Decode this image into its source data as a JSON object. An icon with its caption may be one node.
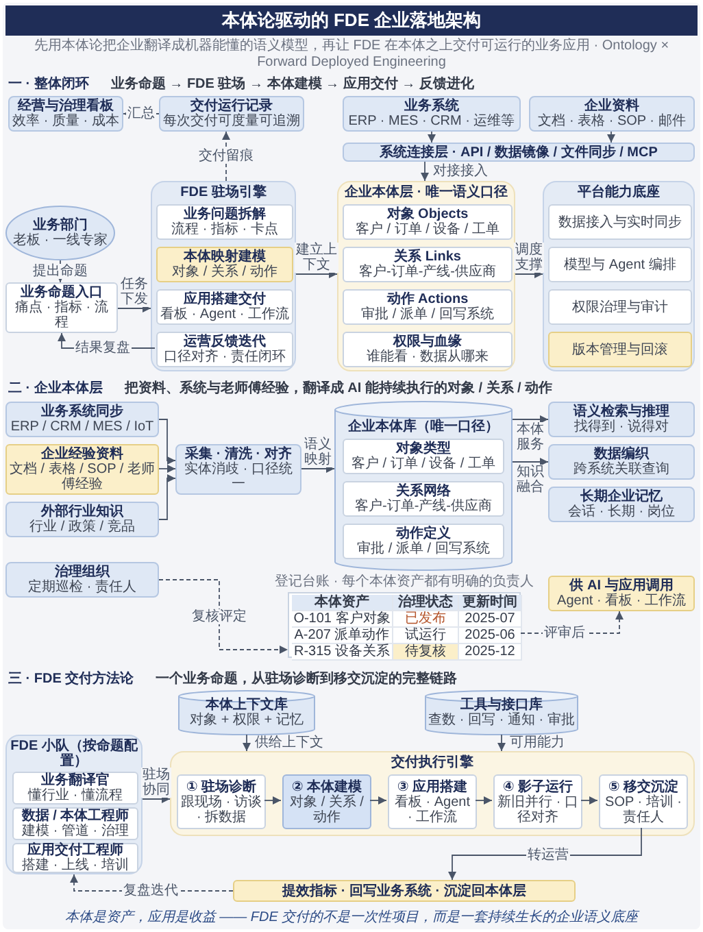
{
  "diagram": {
    "title": "本体论驱动的 FDE 企业落地架构",
    "caption": "本体是资产，应用是收益 —— FDE 交付的不是一次性项目，而是一套持续生长的企业语义底座",
    "nodes": [
      {
        "text": [
          "经营与治理看板",
          "效率 · 质量 · 成本"
        ]
      },
      {
        "text": [
          "交付运行记录",
          "每次交付可度量可追溯"
        ]
      },
      {
        "text": [
          "业务系统",
          "ERP · MES · CRM · 运维等"
        ]
      },
      {
        "text": [
          "企业资料",
          "文档 · 表格 · SOP · 邮件"
        ]
      },
      {
        "text": [
          "系统连接层 · API / 数据镜像 / 文件同步 / MCP"
        ]
      },
      {
        "text": [
          "业务部门",
          "老板 · 一线专家"
        ]
      },
      {
        "text": [
          "业务命题入口",
          "痛点 · 指标 · 流程"
        ]
      },
      {
        "text": [
          "FDE 驻场引擎"
        ]
      },
      {
        "text": [
          "业务问题拆解",
          "流程 · 指标 · 卡点"
        ],
        "in": 7
      },
      {
        "text": [
          "本体映射建模",
          "对象 / 关系 / 动作"
        ],
        "in": 7
      },
      {
        "text": [
          "应用搭建交付",
          "看板 · Agent · 工作流"
        ],
        "in": 7
      },
      {
        "text": [
          "运营反馈迭代",
          "口径对齐 · 责任闭环"
        ],
        "in": 7
      },
      {
        "text": [
          "企业本体层 · 唯一语义口径"
        ]
      },
      {
        "text": [
          "对象 Objects",
          "客户 / 订单 / 设备 / 工单"
        ],
        "in": 12
      },
      {
        "text": [
          "关系 Links",
          "客户-订单-产线-供应商"
        ],
        "in": 12
      },
      {
        "text": [
          "动作 Actions",
          "审批 / 派单 / 回写系统"
        ],
        "in": 12
      },
      {
        "text": [
          "权限与血缘",
          "谁能看 · 数据从哪来"
        ],
        "in": 12
      },
      {
        "text": [
          "平台能力底座"
        ]
      },
      {
        "text": [
          "数据接入与实时同步"
        ],
        "in": 17
      },
      {
        "text": [
          "模型与 Agent 编排"
        ],
        "in": 17
      },
      {
        "text": [
          "权限治理与审计"
        ],
        "in": 17
      },
      {
        "text": [
          "版本管理与回滚"
        ],
        "in": 17
      },
      {
        "text": [
          "业务系统同步",
          "ERP / CRM / MES / IoT"
        ]
      },
      {
        "text": [
          "企业经验资料",
          "文档 / 表格 / SOP / 老师傅经验"
        ]
      },
      {
        "text": [
          "外部行业知识",
          "行业 / 政策 / 竞品"
        ]
      },
      {
        "text": [
          "采集 · 清洗 · 对齐",
          "实体消歧 · 口径统一"
        ]
      },
      {
        "text": [
          "企业本体库（唯一口径）"
        ]
      },
      {
        "text": [
          "对象类型",
          "客户 / 订单 / 设备 / 工单"
        ],
        "in": 26
      },
      {
        "text": [
          "关系网络",
          "客户-订单-产线-供应商"
        ],
        "in": 26
      },
      {
        "text": [
          "动作定义",
          "审批 / 派单 / 回写系统"
        ],
        "in": 26
      },
      {
        "text": [
          "语义检索与推理",
          "找得到 · 说得对"
        ]
      },
      {
        "text": [
          "数据编织",
          "跨系统关联查询"
        ]
      },
      {
        "text": [
          "长期企业记忆",
          "会话 · 长期 · 岗位"
        ]
      },
      {
        "text": [
          "供 AI 与应用调用",
          "Agent · 看板 · 工作流"
        ]
      },
      {
        "text": [
          "治理组织",
          "定期巡检 · 责任人"
        ]
      },
      {
        "text": [
          "本体资产",
          "治理状态",
          "更新时间",
          "O-101 客户对象",
          "已发布",
          "2025-07",
          "A-207 派单动作",
          "试运行",
          "2025-06",
          "R-315 设备关系",
          "待复核",
          "2025-12"
        ],
        "beside": [
          "登记台账 · 每个本体资产都有明确的负责人"
        ]
      },
      {
        "text": [
          "本体上下文库",
          "对象 + 权限 + 记忆"
        ]
      },
      {
        "text": [
          "工具与接口库",
          "查数 · 回写 · 通知 · 审批"
        ]
      },
      {
        "text": [
          "FDE 小队（按命题配置）"
        ]
      },
      {
        "text": [
          "业务翻译官",
          "懂行业 · 懂流程"
        ],
        "in": 38
      },
      {
        "text": [
          "数据 / 本体工程师",
          "建模 · 管道 · 治理"
        ],
        "in": 38
      },
      {
        "text": [
          "应用交付工程师",
          "搭建 · 上线 · 培训"
        ],
        "in": 38
      },
      {
        "text": [
          "交付执行引擎"
        ]
      },
      {
        "text": [
          "① 驻场诊断",
          "跟现场 · 访谈 · 拆数据"
        ],
        "in": 42
      },
      {
        "text": [
          "② 本体建模",
          "对象 / 关系 / 动作"
        ],
        "in": 42
      },
      {
        "text": [
          "③ 应用搭建",
          "看板 · Agent · 工作流"
        ],
        "in": 42
      },
      {
        "text": [
          "④ 影子运行",
          "新旧并行 · 口径对齐"
        ],
        "in": 42
      },
      {
        "text": [
          "⑤ 移交沉淀",
          "SOP · 培训 · 责任人"
        ],
        "in": 42
      },
      {
        "text": [
          "提效指标 · 回写业务系统 · 沉淀回本体层"
        ]
      }
    ],
    "edges": [
      {
        "from": 1,
        "to": 0,
        "arrow": "to",
        "label": "汇总"
      },
      {
        "from": 7,
        "to": 1,
        "arrow": "to",
        "label": "交付留痕",
        "style": "dashed"
      },
      {
        "from": 2,
        "to": 4,
        "arrow": "to"
      },
      {
        "from": 3,
        "to": 4,
        "arrow": "to"
      },
      {
        "from": 4,
        "to": 12,
        "arrow": "to",
        "label": "对接接入"
      },
      {
        "from": 5,
        "to": 6,
        "arrow": "to",
        "label": "提出命题"
      },
      {
        "from": 6,
        "to": 7,
        "arrow": "to",
        "label": "任务下发"
      },
      {
        "from": 11,
        "to": 6,
        "arrow": "to",
        "label": "结果复盘"
      },
      {
        "from": 7,
        "to": 12,
        "arrow": "to",
        "label": "建立上下文"
      },
      {
        "from": 12,
        "to": 17,
        "arrow": "to",
        "label": "调度支撑"
      },
      {
        "from": 22,
        "to": 25,
        "arrow": "to"
      },
      {
        "from": 23,
        "to": 25,
        "arrow": "to"
      },
      {
        "from": 24,
        "to": 25,
        "arrow": "to"
      },
      {
        "from": 25,
        "to": 26,
        "arrow": "to",
        "label": "语义映射"
      },
      {
        "from": 26,
        "to": 30,
        "arrow": "to",
        "label": "本体服务"
      },
      {
        "from": 26,
        "to": 31,
        "arrow": "to",
        "label": "知识融合"
      },
      {
        "from": 34,
        "to": 35,
        "arrow": "to",
        "label": "复核评定",
        "style": "dashed"
      },
      {
        "from": 35,
        "to": 33,
        "arrow": "to",
        "label": "评审后",
        "style": "dashed"
      },
      {
        "from": 36,
        "to": 42,
        "arrow": "to",
        "label": "供给上下文"
      },
      {
        "from": 37,
        "to": 42,
        "arrow": "to",
        "label": "可用能力"
      },
      {
        "from": 38,
        "to": 42,
        "arrow": "to",
        "label": "驻场协同"
      },
      {
        "from": 43,
        "to": 44,
        "arrow": "to"
      },
      {
        "from": 44,
        "to": 45,
        "arrow": "to"
      },
      {
        "from": 45,
        "to": 46,
        "arrow": "to"
      },
      {
        "from": 46,
        "to": 47,
        "arrow": "to"
      },
      {
        "from": 47,
        "to": 48,
        "arrow": "to",
        "label": "转运营"
      },
      {
        "from": 48,
        "to": 38,
        "arrow": "to",
        "label": "复盘迭代",
        "style": "dashed"
      }
    ],
    "labels": [
      "先用本体论把企业翻译成机器能懂的语义模型，再让 FDE 在本体之上交付可运行的业务应用 · Ontology × Forward Deployed Engineering",
      "一 · 整体闭环",
      "业务命题 → FDE 驻场 → 本体建模 → 应用交付 → 反馈进化",
      "二 · 企业本体层",
      "把资料、系统与老师傅经验，翻译成 AI 能持续执行的对象 / 关系 / 动作",
      "三 · FDE 交付方法论",
      "一个业务命题，从驻场诊断到移交沉淀的完整链路"
    ]
  }
}
